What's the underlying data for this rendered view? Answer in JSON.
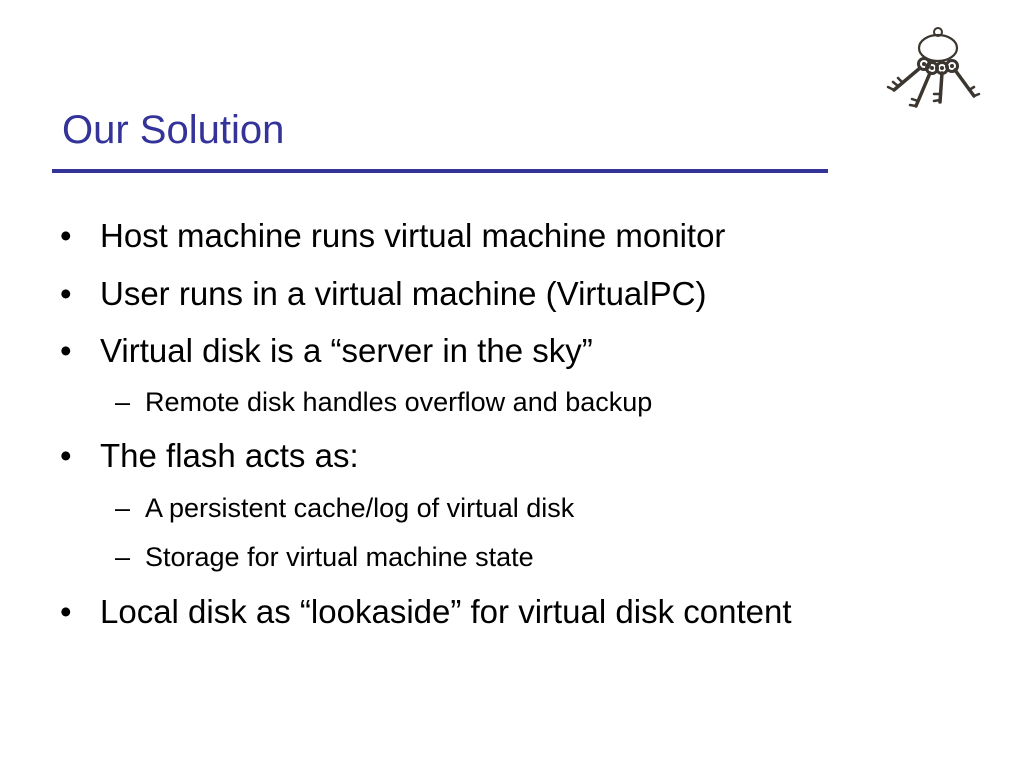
{
  "slide": {
    "title": "Our Solution",
    "accent_color": "#333399"
  },
  "illustration": {
    "icon": "key-ring-icon"
  },
  "bullets": [
    {
      "marker": "•",
      "text": "Host machine runs virtual machine monitor"
    },
    {
      "marker": "•",
      "text": "User runs in a virtual machine (VirtualPC)"
    },
    {
      "marker": "•",
      "text": "Virtual disk is a “server in the sky”",
      "sub": [
        {
          "marker": "–",
          "text": "Remote disk handles overflow and backup"
        }
      ]
    },
    {
      "marker": "•",
      "text": "The flash acts as:",
      "sub": [
        {
          "marker": "–",
          "text": "A persistent cache/log of virtual disk"
        },
        {
          "marker": "–",
          "text": "Storage for virtual machine state"
        }
      ]
    },
    {
      "marker": "•",
      "text": "Local disk as “lookaside” for virtual disk content"
    }
  ]
}
